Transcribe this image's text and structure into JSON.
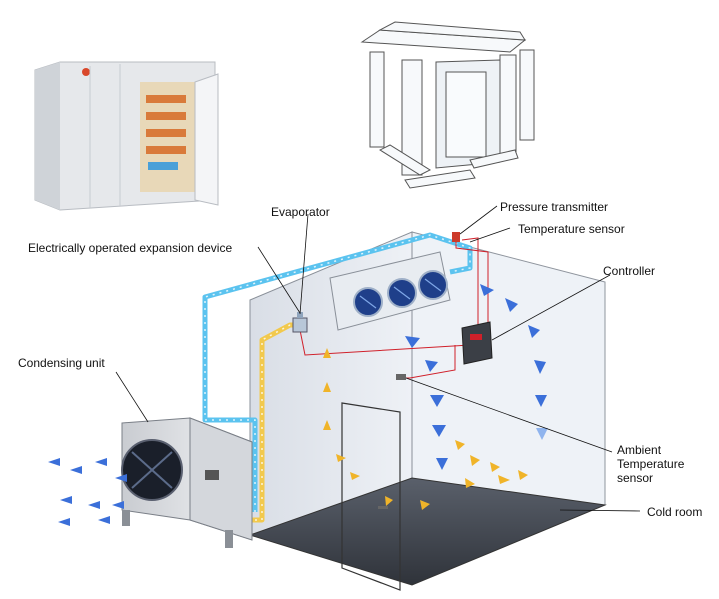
{
  "labels": {
    "evaporator": "Evaporator",
    "pressure_transmitter": "Pressure transmitter",
    "temperature_sensor": "Temperature sensor",
    "expansion_device": "Electrically operated expansion device",
    "controller": "Controller",
    "condensing_unit": "Condensing unit",
    "ambient_sensor": "Ambient\nTemperature\nsensor",
    "cold_room": "Cold room"
  },
  "colors": {
    "liquid_line": "#f2c94c",
    "suction_line": "#5bc3ef",
    "wiring": "#d0202a",
    "cold_air": "#3b6fd9",
    "warm_air": "#f0b429",
    "room_wall": "#e9edf3",
    "room_floor": "#454a55"
  }
}
